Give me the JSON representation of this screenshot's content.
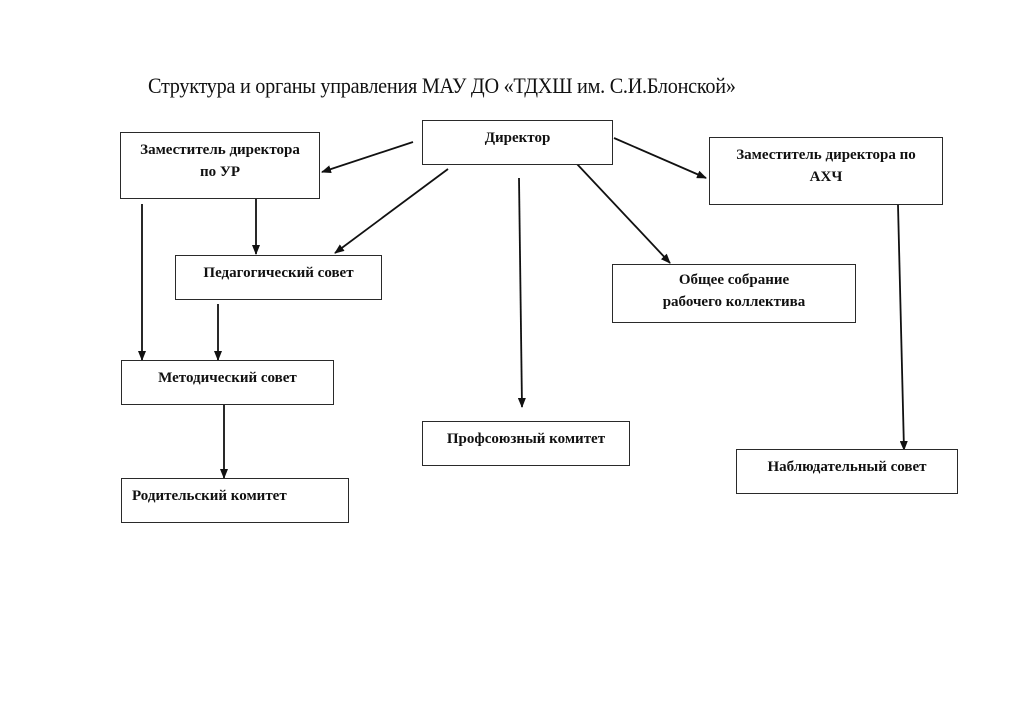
{
  "title": "Структура и органы управления МАУ ДО «ТДХШ им. С.И.Блонской»",
  "nodes": {
    "director": "Директор",
    "deputy_ur": "Заместитель директора по УР",
    "deputy_ahch": "Заместитель директора по АХЧ",
    "ped_council": "Педагогический совет",
    "general_meeting": "Общее собрание рабочего коллектива",
    "method_council": "Методический совет",
    "trade_union": "Профсоюзный комитет",
    "parent_committee": "Родительский комитет",
    "supervisory_board": "Наблюдательный совет"
  },
  "edges": [
    {
      "from": "director",
      "to": "deputy_ur"
    },
    {
      "from": "director",
      "to": "deputy_ahch"
    },
    {
      "from": "director",
      "to": "ped_council"
    },
    {
      "from": "director",
      "to": "trade_union"
    },
    {
      "from": "director",
      "to": "general_meeting"
    },
    {
      "from": "deputy_ur",
      "to": "ped_council"
    },
    {
      "from": "deputy_ur",
      "to": "method_council"
    },
    {
      "from": "ped_council",
      "to": "method_council"
    },
    {
      "from": "method_council",
      "to": "parent_committee"
    },
    {
      "from": "deputy_ahch",
      "to": "supervisory_board"
    }
  ]
}
